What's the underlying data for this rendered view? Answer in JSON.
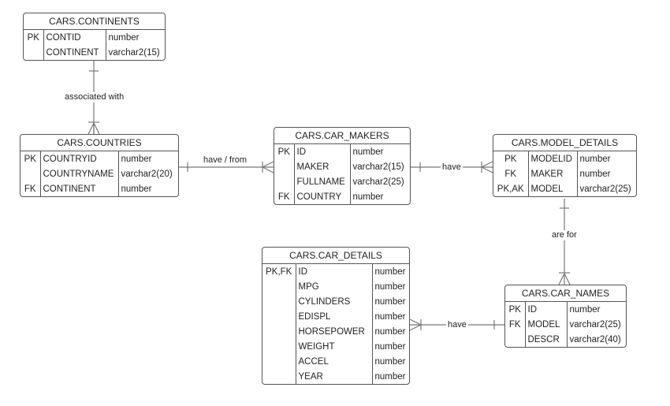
{
  "entities": {
    "continents": {
      "title": "CARS.CONTINENTS",
      "rows": [
        {
          "key": "PK",
          "name": "CONTID",
          "type": "number"
        },
        {
          "key": "",
          "name": "CONTINENT",
          "type": "varchar2(15)"
        }
      ]
    },
    "countries": {
      "title": "CARS.COUNTRIES",
      "rows": [
        {
          "key": "PK",
          "name": "COUNTRYID",
          "type": "number"
        },
        {
          "key": "",
          "name": "COUNTRYNAME",
          "type": "varchar2(20)"
        },
        {
          "key": "FK",
          "name": "CONTINENT",
          "type": "number"
        }
      ]
    },
    "car_makers": {
      "title": "CARS.CAR_MAKERS",
      "rows": [
        {
          "key": "PK",
          "name": "ID",
          "type": "number"
        },
        {
          "key": "",
          "name": "MAKER",
          "type": "varchar2(15)"
        },
        {
          "key": "",
          "name": "FULLNAME",
          "type": "varchar2(25)"
        },
        {
          "key": "FK",
          "name": "COUNTRY",
          "type": "number"
        }
      ]
    },
    "model_details": {
      "title": "CARS.MODEL_DETAILS",
      "rows": [
        {
          "key": "PK",
          "name": "MODELID",
          "type": "number"
        },
        {
          "key": "FK",
          "name": "MAKER",
          "type": "number"
        },
        {
          "key": "PK,AK",
          "name": "MODEL",
          "type": "varchar2(25)"
        }
      ]
    },
    "car_details": {
      "title": "CARS.CAR_DETAILS",
      "rows": [
        {
          "key": "PK,FK",
          "name": "ID",
          "type": "number"
        },
        {
          "key": "",
          "name": "MPG",
          "type": "number"
        },
        {
          "key": "",
          "name": "CYLINDERS",
          "type": "number"
        },
        {
          "key": "",
          "name": "EDISPL",
          "type": "number"
        },
        {
          "key": "",
          "name": "HORSEPOWER",
          "type": "number"
        },
        {
          "key": "",
          "name": "WEIGHT",
          "type": "number"
        },
        {
          "key": "",
          "name": "ACCEL",
          "type": "number"
        },
        {
          "key": "",
          "name": "YEAR",
          "type": "number"
        }
      ]
    },
    "car_names": {
      "title": "CARS.CAR_NAMES",
      "rows": [
        {
          "key": "PK",
          "name": "ID",
          "type": "number"
        },
        {
          "key": "FK",
          "name": "MODEL",
          "type": "varchar2(25)"
        },
        {
          "key": "",
          "name": "DESCR",
          "type": "varchar2(40)"
        }
      ]
    }
  },
  "relationships": [
    {
      "id": "continents-countries",
      "label": "associated with"
    },
    {
      "id": "countries-makers",
      "label": "have / from"
    },
    {
      "id": "makers-models",
      "label": "have"
    },
    {
      "id": "models-names",
      "label": "are for"
    },
    {
      "id": "details-names",
      "label": "have"
    }
  ],
  "colors": {
    "line": "#777777",
    "border": "#555555",
    "text": "#222222"
  }
}
